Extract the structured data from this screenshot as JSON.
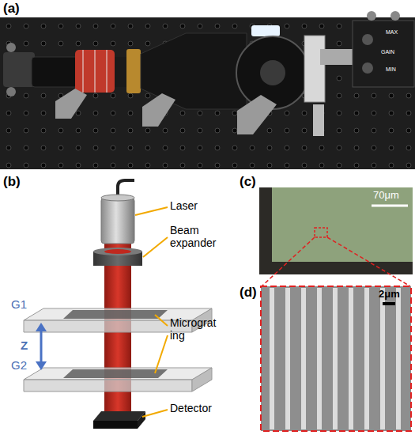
{
  "diagram": {
    "labels": [
      "(a)",
      "MAX",
      "GAIN",
      "MIN",
      "(b)",
      "Laser",
      "Beam expander",
      "G1",
      "Z",
      "Micrograt ing",
      "G2",
      "Detector",
      "(c)",
      "70μm",
      "(d)",
      "2μm"
    ]
  }
}
